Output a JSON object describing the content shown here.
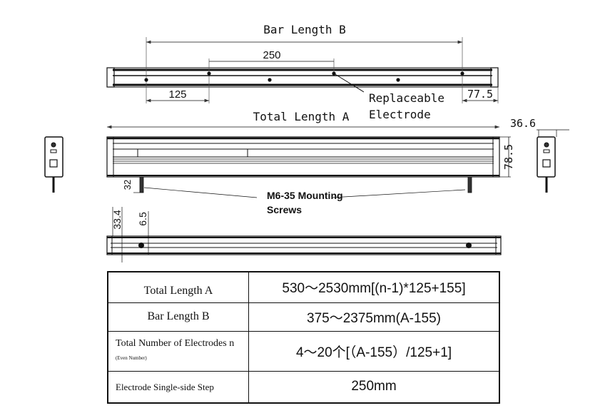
{
  "top_view": {
    "bar_length_label": "Bar Length B",
    "pitch_250": "250",
    "offset_125": "125",
    "end_77_5": "77.5",
    "electrode_label_1": "Replaceable",
    "electrode_label_2": "Electrode"
  },
  "front_view": {
    "total_length_label": "Total Length A",
    "height_78_5": "78.5",
    "width_36_6": "36.6",
    "screw_32": "32",
    "screws_label_1": "M6-35 Mounting",
    "screws_label_2": "Screws"
  },
  "bottom_view": {
    "depth_33_4": "33.4",
    "offset_6_5": "6.5"
  },
  "spec_table": {
    "rows": [
      {
        "label": "Total Length A",
        "value": "530～2530mm[(n-1)*125+155]"
      },
      {
        "label": "Bar Length B",
        "value": "375～2375mm(A-155)"
      },
      {
        "label": "Total Number of Electrodes n",
        "label_note": "(Even Number)",
        "value": "4～20个[（A-155）/125+1]"
      },
      {
        "label": "Electrode Single-side Step",
        "value": "250mm"
      }
    ]
  }
}
